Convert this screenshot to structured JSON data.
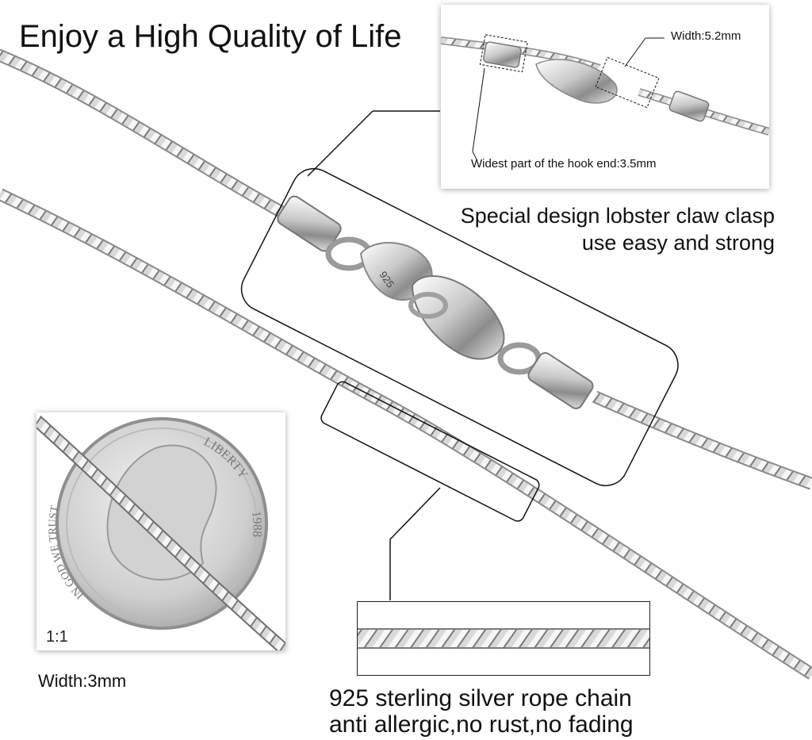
{
  "headline": "Enjoy a High Quality of Life",
  "clasp_caption": {
    "line1": "Special design lobster claw clasp",
    "line2": "use easy and strong"
  },
  "detail_panel": {
    "width_label": "Width:5.2mm",
    "hook_label": "Widest part of the hook end:3.5mm"
  },
  "clasp_stamp": "925",
  "coin_panel": {
    "scale_label": "1:1",
    "coin_text_liberty": "LIBERTY",
    "coin_text_motto": "IN GOD WE TRUST",
    "coin_year": "1988"
  },
  "chain_width_label": "Width:3mm",
  "bottom_caption": {
    "line1": "925 sterling silver rope chain",
    "line2": "anti allergic,no rust,no fading"
  },
  "colors": {
    "silver_light": "#eeeeee",
    "silver_mid": "#b8b8b8",
    "silver_dark": "#6d6d6d",
    "outline": "#111111"
  }
}
